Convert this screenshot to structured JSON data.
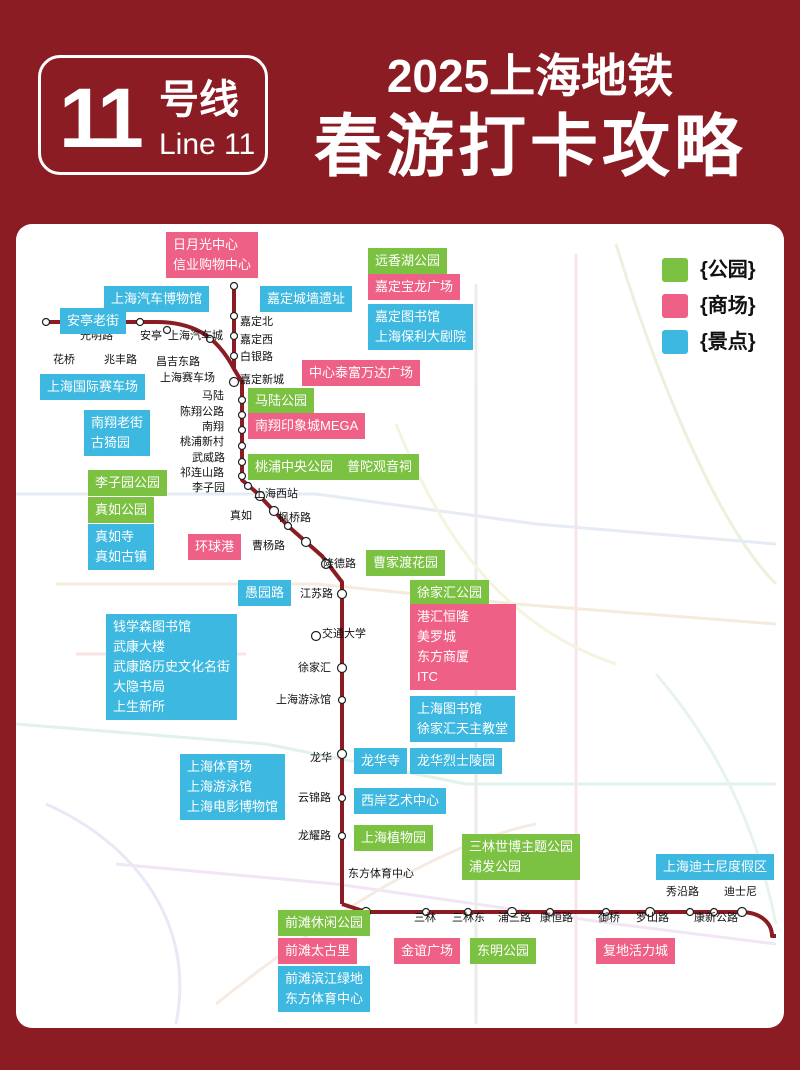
{
  "header": {
    "line_number": "11",
    "line_cn": "号线",
    "line_en": "Line 11",
    "title_line1": "2025上海地铁",
    "title_line2": "春游打卡攻略"
  },
  "colors": {
    "background": "#8b1c24",
    "route": "#8b1c24",
    "park": "#7cc242",
    "mall": "#ef6086",
    "sight": "#3db8e0"
  },
  "legend": [
    {
      "key": "park",
      "label": "{公园}"
    },
    {
      "key": "mall",
      "label": "{商场}"
    },
    {
      "key": "sight",
      "label": "{景点}"
    }
  ],
  "stations": {
    "huaqiao": "花桥",
    "guangming": "光明路",
    "zhaofeng": "兆丰路",
    "anting": "安亭",
    "changji": "昌吉东路",
    "qichecheng": "上海汽车城",
    "saichechang": "上海赛车场",
    "jiadingbei": "嘉定北",
    "jiadingxi": "嘉定西",
    "baiyin": "白银路",
    "jiadingxincheng": "嘉定新城",
    "malu": "马陆",
    "chenxiang": "陈翔公路",
    "nanxiang": "南翔",
    "taopu": "桃浦新村",
    "wuwei": "武威路",
    "qilianshan": "祁连山路",
    "liziyuan": "李子园",
    "shanghaixizhan": "上海西站",
    "zhenru": "真如",
    "fengqiao": "枫桥路",
    "caoyang": "曹杨路",
    "longde": "隆德路",
    "jiangsu": "江苏路",
    "jiaotong": "交通大学",
    "xujiahui": "徐家汇",
    "youyongguan": "上海游泳馆",
    "longhua": "龙华",
    "yunjin": "云锦路",
    "longyao": "龙耀路",
    "dongfangtiyu": "东方体育中心",
    "sanlin": "三林",
    "sanlindong": "三林东",
    "pusanlu": "浦三路",
    "kangheng": "康恒路",
    "yuqiao": "御桥",
    "luoshan": "罗山路",
    "xiupu": "秀沿路",
    "kangxin": "康新公路",
    "dishini": "迪士尼"
  },
  "spots": {
    "riyue": [
      "日月光中心",
      "信业购物中心"
    ],
    "yuanxiang": [
      "远香湖公园"
    ],
    "baolong": [
      "嘉定宝龙广场"
    ],
    "qiche_museum": [
      "上海汽车博物馆"
    ],
    "jiading_wall": [
      "嘉定城墙遗址"
    ],
    "anting_street": [
      "安亭老街"
    ],
    "jiading_library": [
      "嘉定图书馆",
      "上海保利大剧院"
    ],
    "wanda": [
      "中心泰富万达广场"
    ],
    "f1": [
      "上海国际赛车场"
    ],
    "malu_park": [
      "马陆公园"
    ],
    "nanxiang_street": [
      "南翔老街",
      "古猗园"
    ],
    "mega": [
      "南翔印象城MEGA"
    ],
    "taopu_park": [
      "桃浦中央公园"
    ],
    "putuo": [
      "普陀观音祠"
    ],
    "liziyuan_park": [
      "李子园公园"
    ],
    "zhenru_park": [
      "真如公园"
    ],
    "zhenru_temple": [
      "真如寺",
      "真如古镇"
    ],
    "huanqiu": [
      "环球港"
    ],
    "caojiadu": [
      "曹家渡花园"
    ],
    "yuyuan": [
      "愚园路"
    ],
    "xujiahui_park": [
      "徐家汇公园"
    ],
    "qianxuesen": [
      "钱学森图书馆",
      "武康大楼",
      "武康路历史文化名街",
      "大隐书局",
      "上生新所"
    ],
    "ganghui": [
      "港汇恒隆",
      "美罗城",
      "东方商厦",
      "ITC"
    ],
    "library": [
      "上海图书馆",
      "徐家汇天主教堂"
    ],
    "stadium": [
      "上海体育场",
      "上海游泳馆",
      "上海电影博物馆"
    ],
    "longhua_temple": [
      "龙华寺"
    ],
    "longhua_cemetery": [
      "龙华烈士陵园"
    ],
    "xian": [
      "西岸艺术中心"
    ],
    "botanical": [
      "上海植物园"
    ],
    "sanlin_park": [
      "三林世博主题公园",
      "浦发公园"
    ],
    "disney": [
      "上海迪士尼度假区"
    ],
    "qiantan_park": [
      "前滩休闲公园"
    ],
    "taikoo": [
      "前滩太古里"
    ],
    "qiantan_green": [
      "前滩滨江绿地",
      "东方体育中心"
    ],
    "jinyi": [
      "金谊广场"
    ],
    "dongming": [
      "东明公园"
    ],
    "fudi": [
      "复地活力城"
    ]
  }
}
